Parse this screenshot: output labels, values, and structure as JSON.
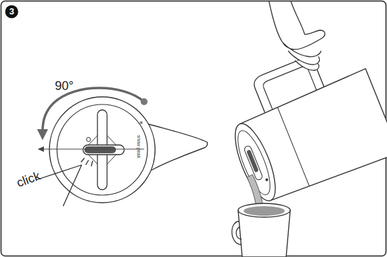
{
  "diagram": {
    "labels": [
      "3",
      "90°",
      "click",
      "snow peak"
    ]
  }
}
